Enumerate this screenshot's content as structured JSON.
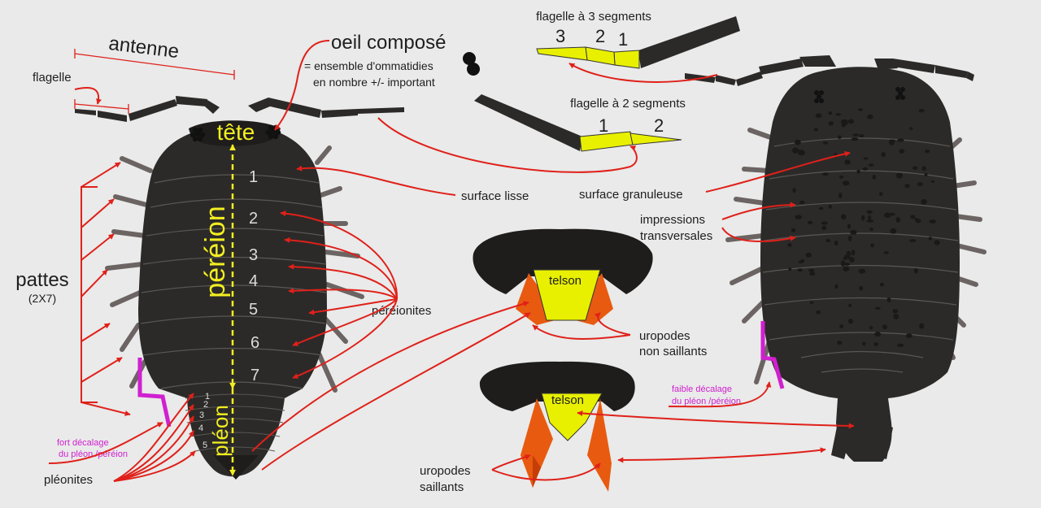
{
  "colors": {
    "background": "#e9eae9",
    "body": "#2c2a28",
    "body_dark": "#1f1d1c",
    "plate_line": "#5a5654",
    "pointer": "#e0201a",
    "highlight_yellow": "#e8f000",
    "label_yellow": "#f2ee22",
    "magenta": "#d020d0",
    "orange": "#e85a10",
    "orange_dark": "#c63d08",
    "leg": "#6b6462",
    "text": "#1e1e1e"
  },
  "labels": {
    "antenne": "antenne",
    "flagelle": "flagelle",
    "oeil_compose": "oeil composé",
    "ommatidies_1": "= ensemble d'ommatidies",
    "ommatidies_2": "en nombre +/- important",
    "flagelle_3": "flagelle à 3 segments",
    "flagelle_2": "flagelle à 2 segments",
    "tete": "tête",
    "pereion": "péréion",
    "pleon": "pléon",
    "pattes": "pattes",
    "pattes_count": "(2X7)",
    "surface_lisse": "surface lisse",
    "surface_granuleuse": "surface granuleuse",
    "impressions_1": "impressions",
    "impressions_2": "transversales",
    "pereionites": "péréionites",
    "telson": "telson",
    "uropodes_non_1": "uropodes",
    "uropodes_non_2": "non saillants",
    "uropodes_sail_1": "uropodes",
    "uropodes_sail_2": "saillants",
    "faible_1": "faible décalage",
    "faible_2": "du pléon /péréion",
    "fort_1": "fort décalage",
    "fort_2": "du pléon /péréion",
    "pleonites": "pléonites"
  },
  "flagellum3_numbers": [
    "3",
    "2",
    "1"
  ],
  "flagellum2_numbers": [
    "1",
    "2"
  ],
  "pereionite_numbers": [
    "1",
    "2",
    "3",
    "4",
    "5",
    "6",
    "7"
  ],
  "pleonite_numbers": [
    "1",
    "2",
    "3",
    "4",
    "5"
  ]
}
